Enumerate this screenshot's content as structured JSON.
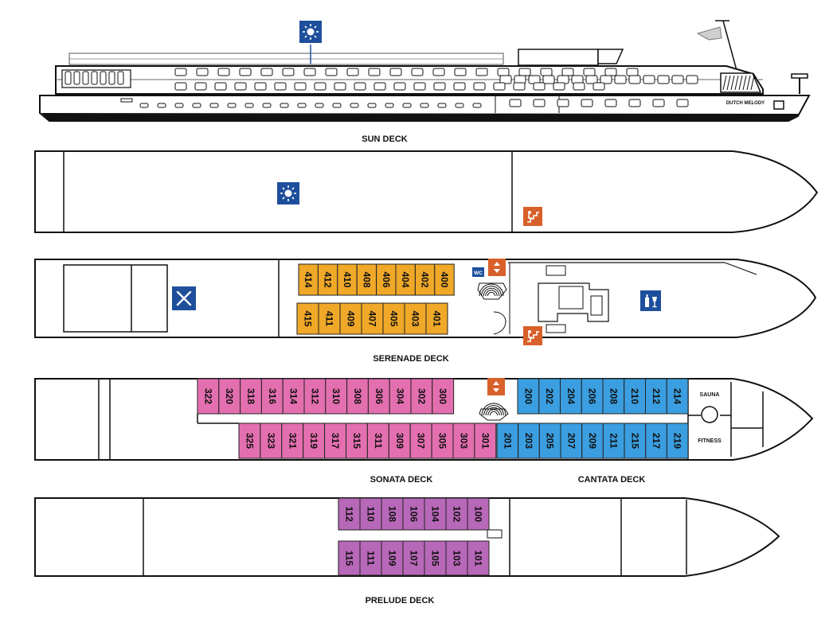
{
  "colors": {
    "serenade_cabin": "#f0a828",
    "sonata_cabin": "#e46fb0",
    "cantata_cabin": "#3a9ee0",
    "prelude_cabin": "#b868b8",
    "icon_blue": "#1e4f9c",
    "icon_orange": "#d8602a",
    "outline": "#111111"
  },
  "ship": {
    "name": "DUTCH MELODY"
  },
  "decks": {
    "sun": {
      "label": "SUN DECK",
      "icons": [
        "sun-icon",
        "stair-lift-icon"
      ]
    },
    "serenade": {
      "label": "SERENADE DECK",
      "icons": [
        "restaurant-icon",
        "bar-icon",
        "wc-icon",
        "elevator-icon",
        "stair-lift-icon"
      ],
      "wc_label": "WC",
      "cabins_top": [
        "414",
        "412",
        "410",
        "408",
        "406",
        "404",
        "402",
        "400"
      ],
      "cabins_bottom": [
        "415",
        "411",
        "409",
        "407",
        "405",
        "403",
        "401"
      ]
    },
    "sonata": {
      "label": "SONATA DECK",
      "cabins_top": [
        "322",
        "320",
        "318",
        "316",
        "314",
        "312",
        "310",
        "308",
        "306",
        "304",
        "302",
        "300"
      ],
      "cabins_bottom": [
        "325",
        "323",
        "321",
        "319",
        "317",
        "315",
        "311",
        "309",
        "307",
        "305",
        "303",
        "301"
      ]
    },
    "cantata": {
      "label": "CANTATA DECK",
      "cabins_top": [
        "200",
        "202",
        "204",
        "206",
        "208",
        "210",
        "212",
        "214"
      ],
      "cabins_bottom": [
        "201",
        "203",
        "205",
        "207",
        "209",
        "211",
        "215",
        "217",
        "219"
      ],
      "sauna_label": "SAUNA",
      "fitness_label": "FITNESS"
    },
    "prelude": {
      "label": "PRELUDE DECK",
      "cabins_top": [
        "112",
        "110",
        "108",
        "106",
        "104",
        "102",
        "100"
      ],
      "cabins_bottom": [
        "115",
        "111",
        "109",
        "107",
        "105",
        "103",
        "101"
      ]
    }
  }
}
